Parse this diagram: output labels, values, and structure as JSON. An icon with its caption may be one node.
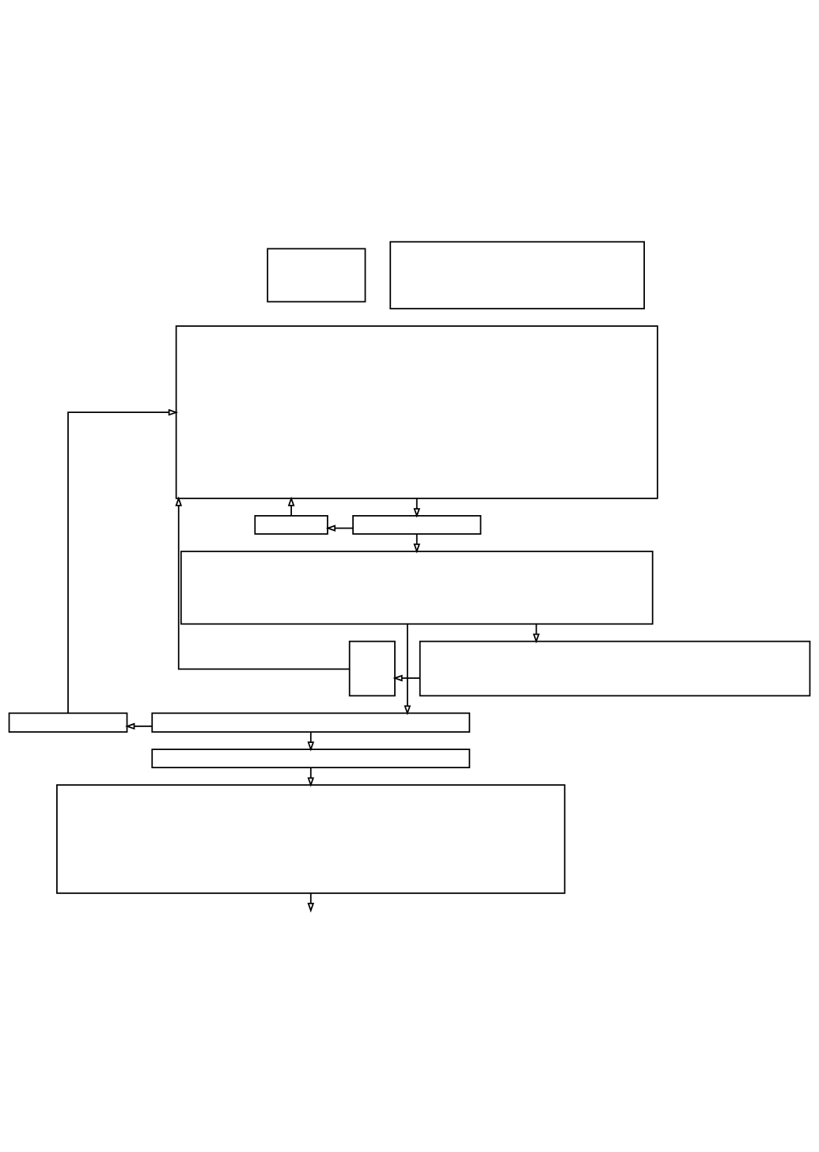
{
  "diagram": {
    "nodes": [
      {
        "text": [],
        "shape": "box"
      },
      {
        "text": [],
        "shape": "box"
      },
      {
        "text": [],
        "shape": "box"
      },
      {
        "text": [],
        "shape": "box"
      },
      {
        "text": [],
        "shape": "box"
      },
      {
        "text": [],
        "shape": "box"
      },
      {
        "text": [],
        "shape": "box"
      },
      {
        "text": [],
        "shape": "box"
      },
      {
        "text": [],
        "shape": "box"
      },
      {
        "text": [],
        "shape": "box"
      },
      {
        "text": [],
        "shape": "box"
      },
      {
        "text": [],
        "shape": "box"
      }
    ],
    "edges": [
      {
        "from": 2,
        "to": 4,
        "arrow": "to"
      },
      {
        "from": 4,
        "to": 3,
        "arrow": "to"
      },
      {
        "from": 3,
        "to": 2,
        "arrow": "to"
      },
      {
        "from": 4,
        "to": 5,
        "arrow": "to"
      },
      {
        "from": 5,
        "to": 7,
        "arrow": "to"
      },
      {
        "from": 7,
        "to": 6,
        "arrow": "to"
      },
      {
        "from": 6,
        "to": 2,
        "arrow": "to"
      },
      {
        "from": 5,
        "to": 9,
        "arrow": "to"
      },
      {
        "from": 9,
        "to": 8,
        "arrow": "to"
      },
      {
        "from": 8,
        "to": 2,
        "arrow": "to"
      },
      {
        "from": 9,
        "to": 10,
        "arrow": "to"
      },
      {
        "from": 10,
        "to": 11,
        "arrow": "to"
      },
      {
        "from": 11,
        "to": null,
        "arrow": "to"
      }
    ]
  }
}
